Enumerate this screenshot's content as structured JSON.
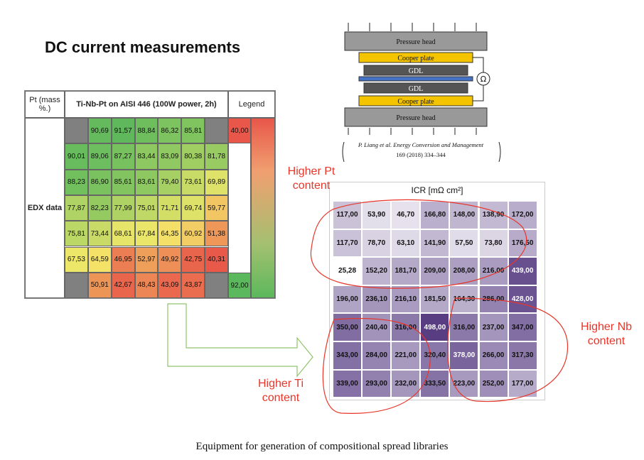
{
  "title": "DC current measurements",
  "table": {
    "header_pt": "Pt (mass %.)",
    "header_main": "Ti-Nb-Pt on AISI 446 (100W power, 2h)",
    "header_legend": "Legend",
    "row_label": "EDX data",
    "legend_top": "40,00",
    "legend_bottom": "92,00",
    "rows": [
      [
        "",
        "90,69",
        "91,57",
        "88,84",
        "86,32",
        "85,81",
        ""
      ],
      [
        "90,01",
        "89,06",
        "87,27",
        "83,44",
        "83,09",
        "80,38",
        "81,78"
      ],
      [
        "88,23",
        "86,90",
        "85,61",
        "83,61",
        "79,40",
        "73,61",
        "69,89"
      ],
      [
        "77,87",
        "82,23",
        "77,99",
        "75,01",
        "71,71",
        "69,74",
        "59,77"
      ],
      [
        "75,81",
        "73,44",
        "68,61",
        "67,84",
        "64,35",
        "60,92",
        "51,38"
      ],
      [
        "67,53",
        "64,59",
        "46,95",
        "52,97",
        "49,92",
        "42,75",
        "40,31"
      ],
      [
        "",
        "50,91",
        "42,67",
        "48,43",
        "43,09",
        "43,87",
        ""
      ]
    ],
    "colors": {
      "high": "#5cb85c",
      "mid": "#f5e96a",
      "low": "#e8574a",
      "empty": "#808080"
    }
  },
  "diagram": {
    "labels": [
      "Pressure head",
      "Cooper plate",
      "GDL",
      "GDL",
      "Cooper plate",
      "Pressure head"
    ],
    "ohm": "Ω",
    "citation_line1": "P. Liang et al.  Energy Conversion and Management",
    "citation_line2": "169 (2018) 334–344"
  },
  "icr": {
    "title": "ICR [mΩ cm²]",
    "rows": [
      [
        "117,00",
        "53,90",
        "46,70",
        "166,80",
        "148,00",
        "138,90",
        "172,00"
      ],
      [
        "117,70",
        "78,70",
        "63,10",
        "141,90",
        "57,50",
        "73,80",
        "176,50"
      ],
      [
        "25,28",
        "152,20",
        "181,70",
        "209,00",
        "208,00",
        "216,00",
        "439,00"
      ],
      [
        "196,00",
        "236,10",
        "216,10",
        "181,50",
        "164,30",
        "286,00",
        "428,00"
      ],
      [
        "350,00",
        "240,40",
        "316,00",
        "498,00",
        "316,00",
        "237,00",
        "347,00"
      ],
      [
        "343,00",
        "284,00",
        "221,00",
        "320,40",
        "378,00",
        "266,00",
        "317,30"
      ],
      [
        "339,00",
        "293,00",
        "232,00",
        "333,50",
        "223,00",
        "252,00",
        "177,00"
      ]
    ],
    "colors": {
      "low": "#ffffff",
      "high": "#4b2e7a"
    }
  },
  "annotations": {
    "higher_pt_1": "Higher Pt",
    "higher_pt_2": "content",
    "higher_nb_1": "Higher Nb",
    "higher_nb_2": "content",
    "higher_ti_1": "Higher Ti",
    "higher_ti_2": "content"
  },
  "caption": "Equipment for generation of compositional spread libraries"
}
